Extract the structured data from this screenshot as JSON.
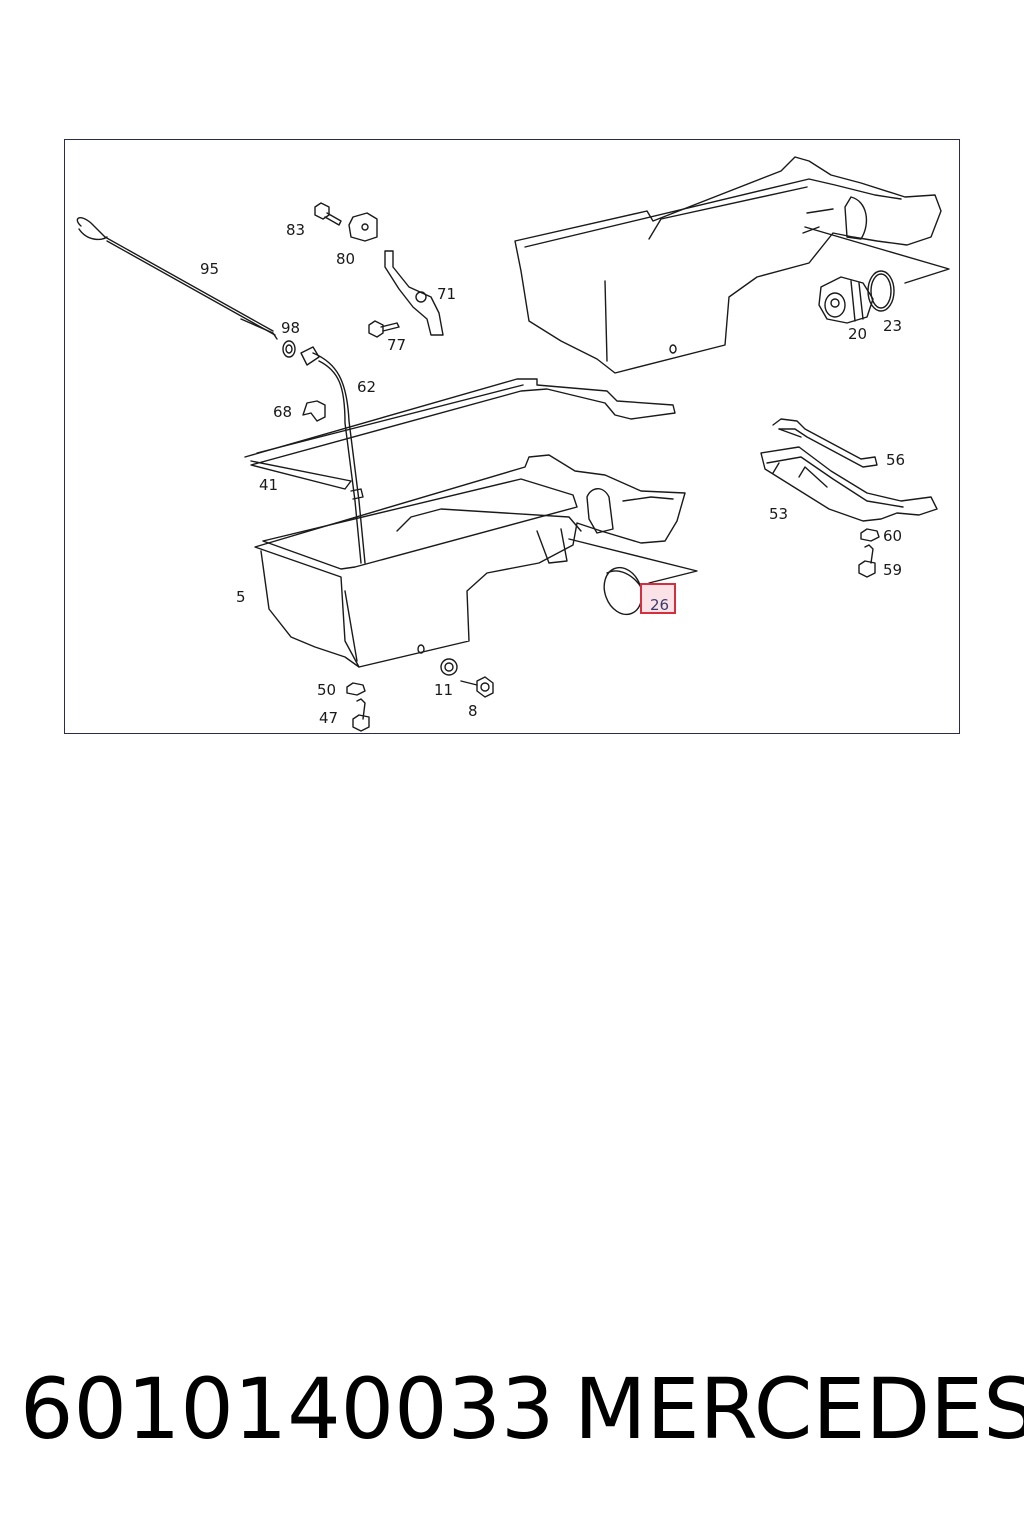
{
  "diagram": {
    "labels": {
      "l95": "95",
      "l83": "83",
      "l80": "80",
      "l71": "71",
      "l98": "98",
      "l77": "77",
      "l62": "62",
      "l68": "68",
      "l41": "41",
      "l5": "5",
      "l50": "50",
      "l47": "47",
      "l11": "11",
      "l8": "8",
      "l26": "26",
      "l20": "20",
      "l23": "23",
      "l56": "56",
      "l53": "53",
      "l60": "60",
      "l59": "59"
    },
    "highlighted_part": "26",
    "highlight_color": "#d32f3f",
    "line_color": "#1a1a1a",
    "frame_color": "#2a2a52"
  },
  "footer": {
    "part_number": "6010140033",
    "brand": "MERCEDES"
  }
}
